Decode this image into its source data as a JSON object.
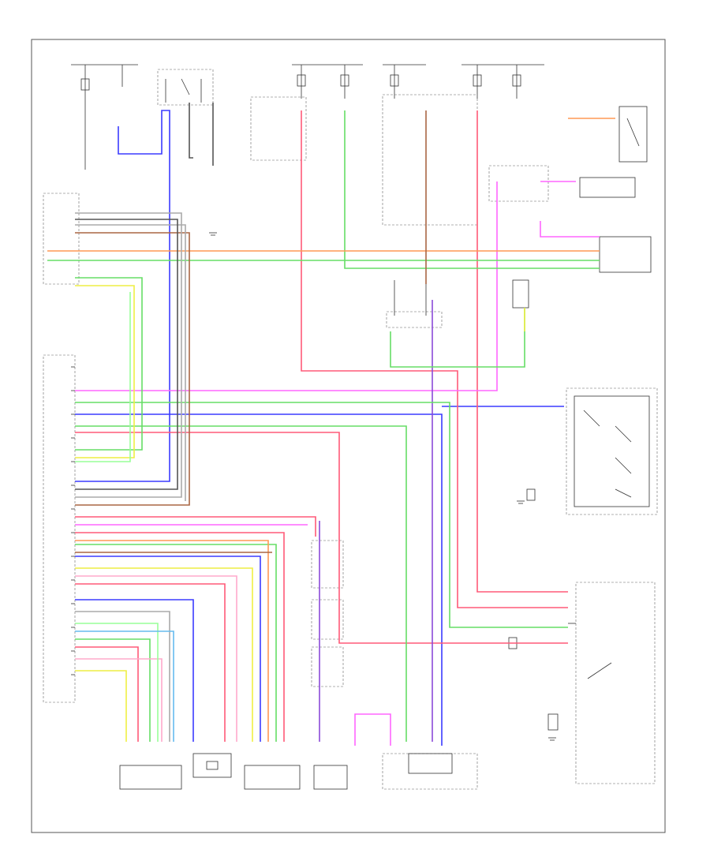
{
  "diagram": {
    "corner_labels": {
      "bottom_left": "",
      "bottom_right": ""
    },
    "colors": {
      "red": "#ff5a78",
      "pink": "#ff66ff",
      "blue": "#3b3bff",
      "green": "#66dd66",
      "yellow": "#eeee44",
      "orange": "#ff9955",
      "brown": "#aa6644",
      "gray": "#aaaaaa",
      "violet": "#8a4ad8",
      "cyan": "#66bbee",
      "black": "#333333",
      "lightgreen": "#99ff99",
      "lightpink": "#ffaacc"
    },
    "connectors": [
      {
        "id": "engine-ecm-left",
        "label": ""
      },
      {
        "id": "junction-left-top",
        "label": ""
      },
      {
        "id": "relay-top-left",
        "label": ""
      },
      {
        "id": "junction-center-top",
        "label": ""
      },
      {
        "id": "combination-switch",
        "label": ""
      },
      {
        "id": "connector-bottom-1",
        "label": ""
      },
      {
        "id": "connector-bottom-2",
        "label": ""
      },
      {
        "id": "connector-bottom-3",
        "label": ""
      },
      {
        "id": "connector-bottom-4",
        "label": ""
      },
      {
        "id": "connector-bottom-5",
        "label": ""
      },
      {
        "id": "combination-meter",
        "label": ""
      }
    ]
  }
}
